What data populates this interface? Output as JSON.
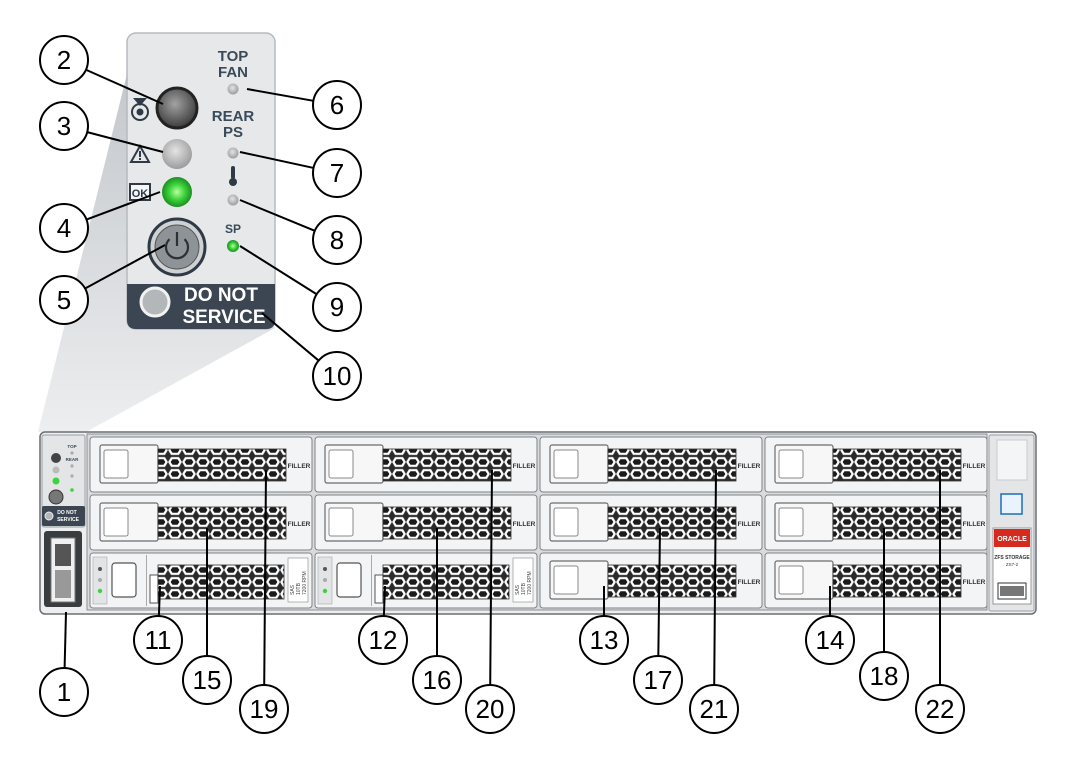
{
  "panel": {
    "top_fan": [
      "TOP",
      "FAN"
    ],
    "rear_ps": [
      "REAR",
      "PS"
    ],
    "sp": "SP",
    "ok": "OK",
    "do_not_service": [
      "DO NOT",
      "SERVICE"
    ],
    "leds": {
      "top_fan": "off",
      "rear_ps": "off",
      "temp": "off",
      "sp": "green",
      "service": "off",
      "ok": "green"
    }
  },
  "chassis": {
    "filler_text": "FILLER",
    "drive_text": [
      "SAS",
      "10TB",
      "7200 RPM"
    ],
    "brand": "ORACLE",
    "model": [
      "ZFS STORAGE",
      "ZS7-2"
    ]
  },
  "callouts": [
    "1",
    "2",
    "3",
    "4",
    "5",
    "6",
    "7",
    "8",
    "9",
    "10",
    "11",
    "12",
    "13",
    "14",
    "15",
    "16",
    "17",
    "18",
    "19",
    "20",
    "21",
    "22"
  ],
  "colors": {
    "led_green": "#38d13a",
    "brand_red": "#d52b1e",
    "panel_dark": "#3b4652",
    "label_text": "#3b4a5a"
  }
}
